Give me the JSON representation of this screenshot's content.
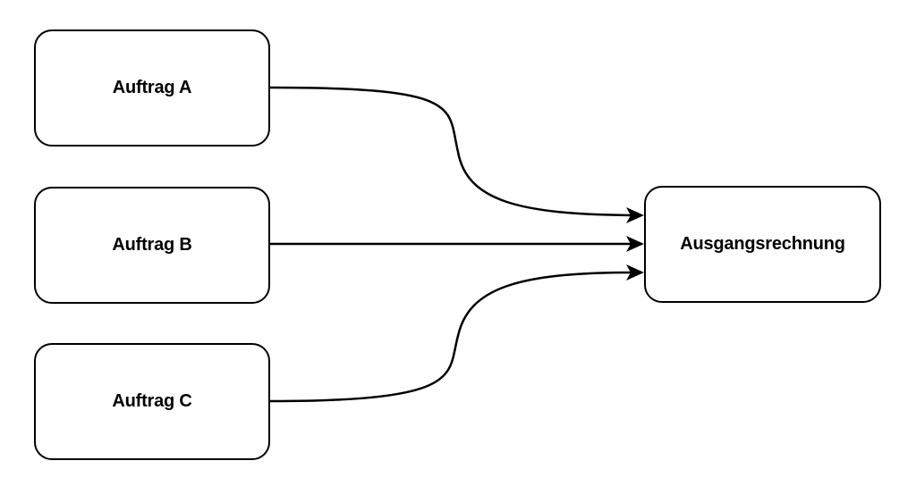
{
  "diagram": {
    "sources": [
      {
        "id": "a",
        "label": "Auftrag A"
      },
      {
        "id": "b",
        "label": "Auftrag B"
      },
      {
        "id": "c",
        "label": "Auftrag C"
      }
    ],
    "target": {
      "label": "Ausgangsrechnung"
    },
    "edges": [
      {
        "from": "Auftrag A",
        "to": "Ausgangsrechnung"
      },
      {
        "from": "Auftrag B",
        "to": "Ausgangsrechnung"
      },
      {
        "from": "Auftrag C",
        "to": "Ausgangsrechnung"
      }
    ],
    "colors": {
      "stroke": "#000000",
      "background": "#ffffff",
      "text": "#000000"
    }
  }
}
